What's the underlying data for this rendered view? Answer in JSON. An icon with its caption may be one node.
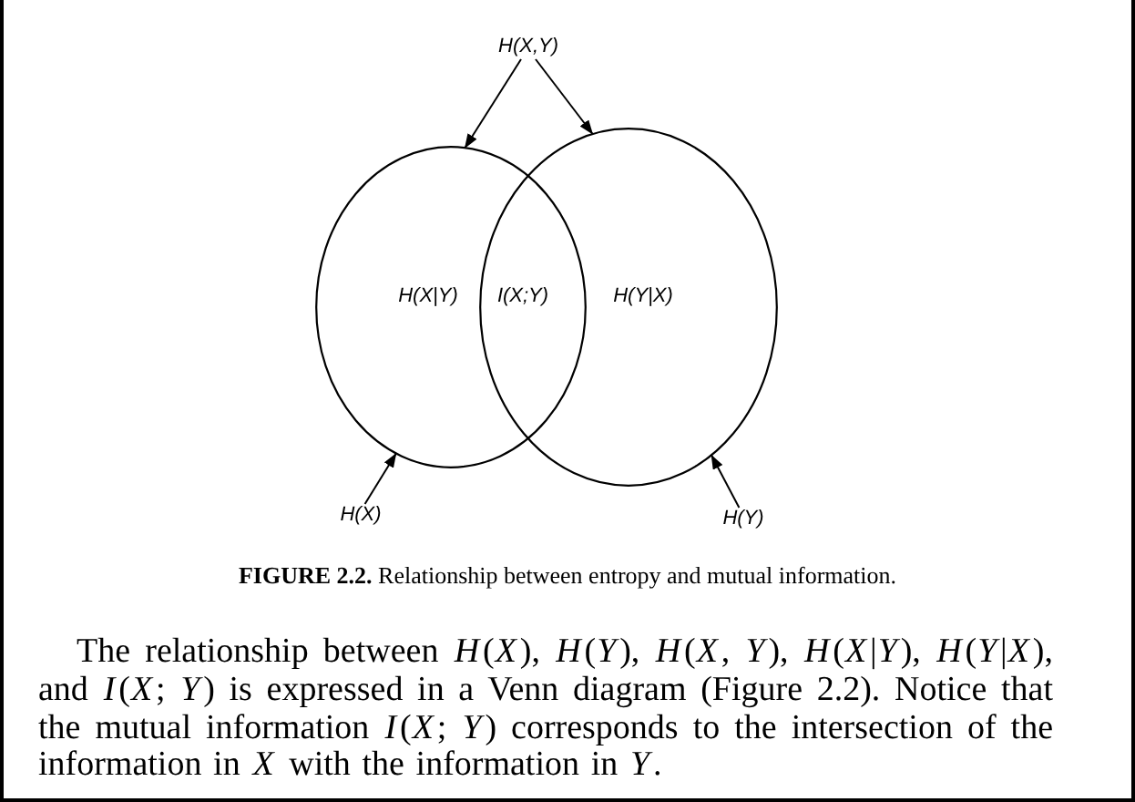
{
  "diagram": {
    "caption": "**FIGURE 2.2.** Relationship between entropy and mutual information.",
    "nodes": [
      {
        "text": [
          "H(X,Y)"
        ]
      },
      {
        "text": [],
        "shape": "circle"
      },
      {
        "text": [],
        "shape": "circle"
      },
      {
        "text": [
          "H(X)"
        ]
      },
      {
        "text": [
          "H(Y)"
        ]
      }
    ],
    "edges": [
      {
        "from": 0,
        "to": 1,
        "arrow": "to"
      },
      {
        "from": 0,
        "to": 2,
        "arrow": "to"
      },
      {
        "from": 3,
        "to": 1,
        "arrow": "to"
      },
      {
        "from": 4,
        "to": 2,
        "arrow": "to"
      }
    ],
    "labels": [
      "H(X|Y)",
      "I(X;Y)",
      "H(Y|X)",
      "The relationship between *H*(*X*), *H*(*Y*), *H*(*X*, *Y*), *H*(*X*|*Y*), *H*(*Y*|*X*), and *I*(*X*; *Y*) is expressed in a Venn diagram (Figure 2.2). Notice that the mutual information *I*(*X*; *Y*) corresponds to the intersection of the information in *X* with the information in *Y*."
    ]
  }
}
